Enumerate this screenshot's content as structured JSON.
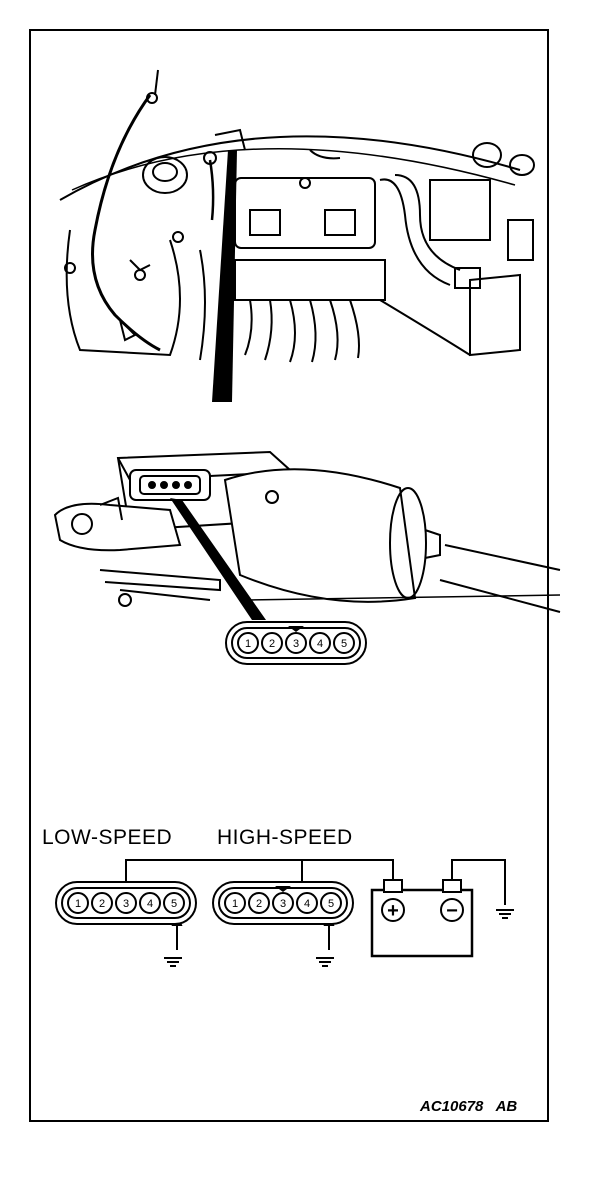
{
  "labels": {
    "low_speed": "LOW-SPEED",
    "high_speed": "HIGH-SPEED",
    "figure_code": "AC10678",
    "figure_rev": "AB"
  },
  "connector_pins": [
    "1",
    "2",
    "3",
    "4",
    "5"
  ],
  "battery": {
    "positive_symbol": "+",
    "negative_symbol": "−"
  }
}
